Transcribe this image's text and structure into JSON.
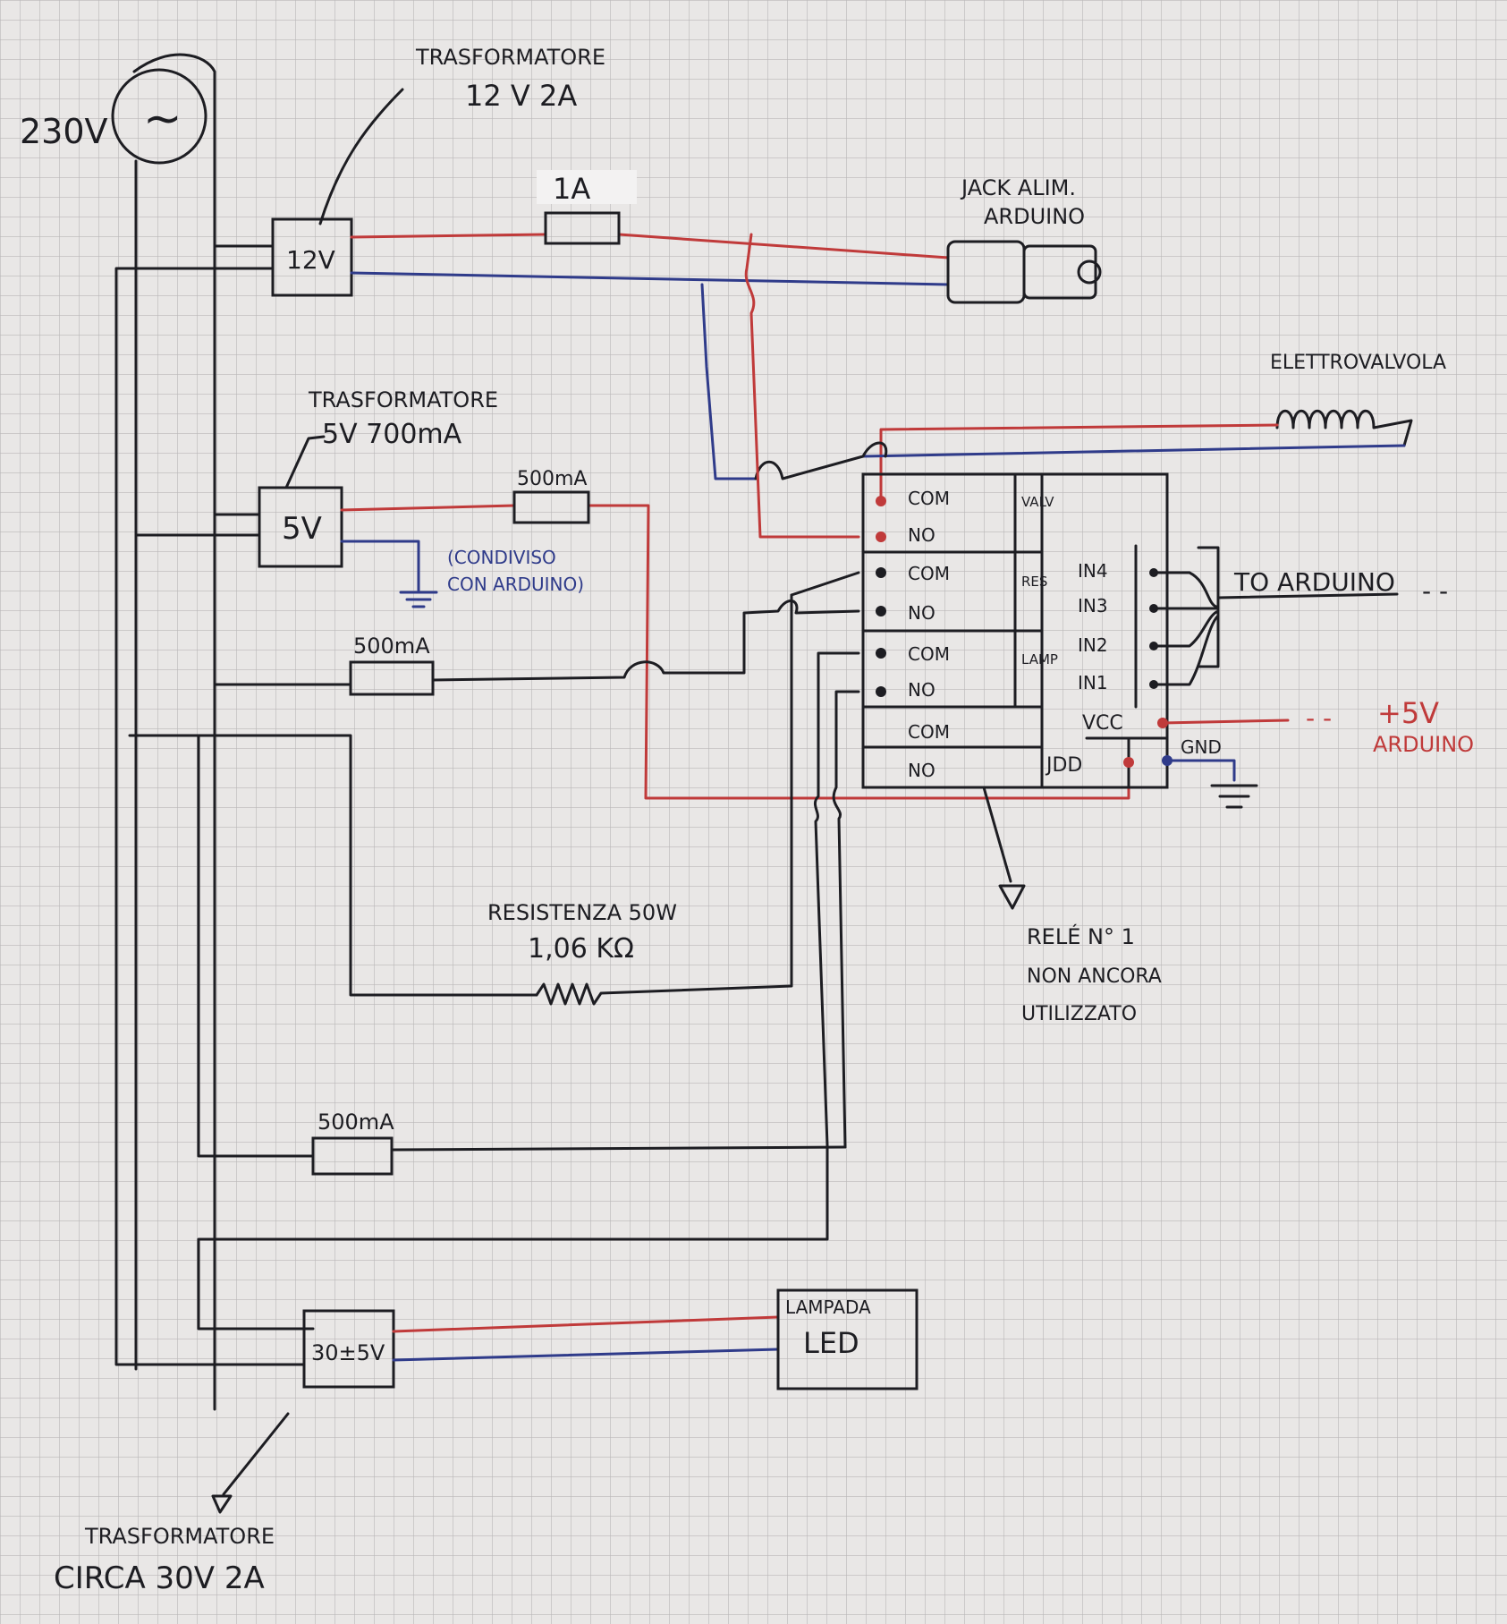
{
  "mains": {
    "voltage": "230V",
    "symbol": "~"
  },
  "transformer_12v": {
    "title": "TRASFORMATORE",
    "rating": "12 V 2A",
    "box_label": "12V"
  },
  "fuse_1a": {
    "label": "1A"
  },
  "jack": {
    "title": "JACK ALIM.",
    "subtitle": "ARDUINO"
  },
  "valve": {
    "label": "ELETTROVALVOLA"
  },
  "transformer_5v": {
    "title": "TRASFORMATORE",
    "rating": "5V 700mA",
    "box_label": "5V"
  },
  "fuse_5v": {
    "label": "500mA"
  },
  "shared_ground": {
    "line1": "(CONDIVISO",
    "line2": "CON ARDUINO)"
  },
  "fuse_mid": {
    "label": "500mA"
  },
  "relay_board": {
    "rows": [
      "COM",
      "NO",
      "COM",
      "NO",
      "COM",
      "NO",
      "COM",
      "NO"
    ],
    "side_labels": [
      "VALV",
      "RES",
      "LAMP"
    ],
    "inputs": [
      "IN4",
      "IN3",
      "IN2",
      "IN1"
    ],
    "vcc": "VCC",
    "gnd": "GND",
    "jdd": "JDD"
  },
  "to_arduino": {
    "label": "TO ARDUINO",
    "dashes": "- -"
  },
  "plus5v": {
    "dashes": "- -",
    "line1": "+5V",
    "line2": "ARDUINO"
  },
  "relay_note": {
    "line1": "RELÉ N° 1",
    "line2": "NON ANCORA",
    "line3": "UTILIZZATO"
  },
  "resistor": {
    "title": "RESISTENZA 50W",
    "value": "1,06 KΩ"
  },
  "fuse_bottom": {
    "label": "500mA"
  },
  "transformer_30v": {
    "box_label": "30±5V",
    "title": "TRASFORMATORE",
    "rating": "CIRCA 30V 2A"
  },
  "lamp": {
    "line1": "LAMPADA",
    "line2": "LED"
  },
  "colors": {
    "positive": "#c03a3a",
    "negative": "#2f3b8a",
    "ink": "#1d1d22",
    "paper": "#e9e7e6",
    "grid": "#b9b7b8"
  }
}
